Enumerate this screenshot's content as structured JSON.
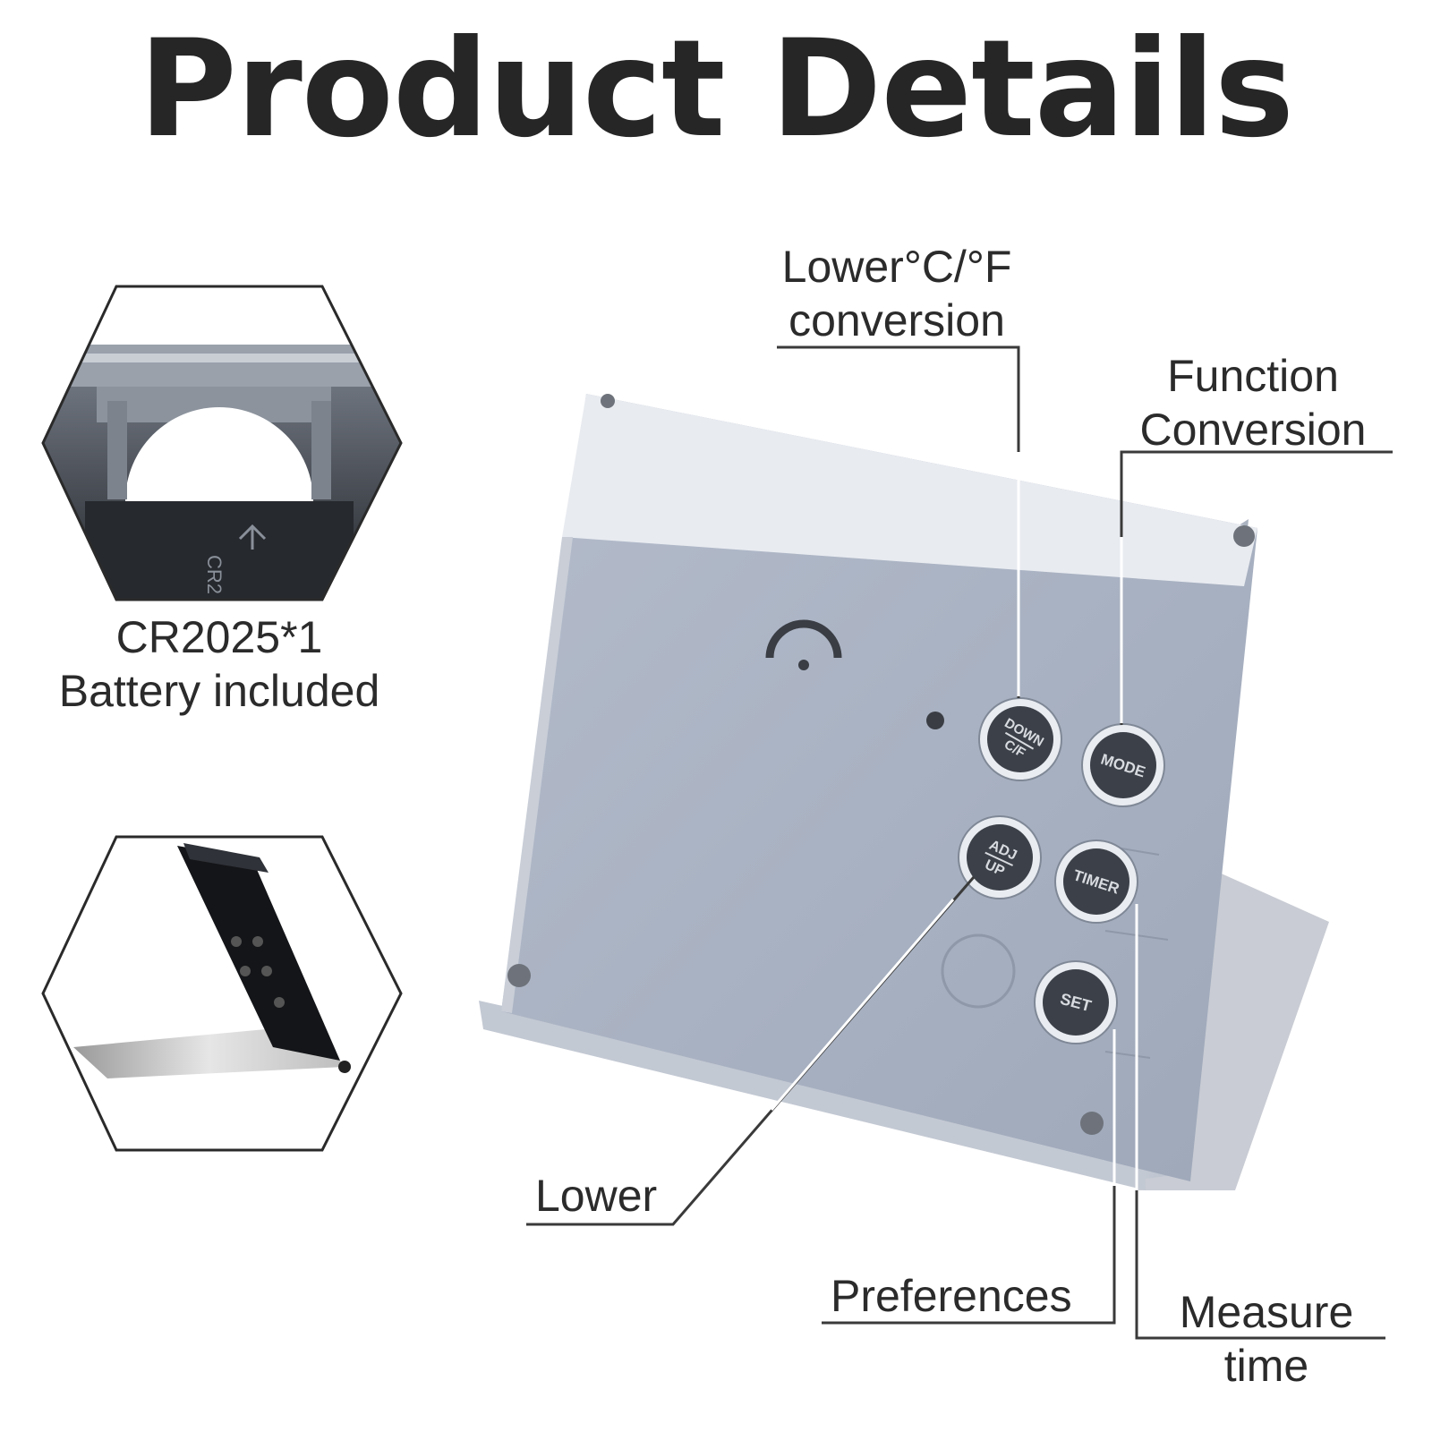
{
  "title": "Product Details",
  "battery": {
    "line1": "CR2025*1",
    "line2": "Battery included",
    "holder_mark": "CR2"
  },
  "callouts": {
    "down_cf": {
      "line1": "Lower°C/°F",
      "line2": "conversion"
    },
    "mode": {
      "line1": "Function",
      "line2": "Conversion"
    },
    "adj_up": "Lower",
    "set": "Preferences",
    "timer": {
      "line1": "Measure",
      "line2": "time"
    }
  },
  "buttons": {
    "down_cf": {
      "top": "DOWN",
      "bottom": "C/F"
    },
    "mode": "MODE",
    "adj_up": {
      "top": "ADJ",
      "bottom": "UP"
    },
    "timer": "TIMER",
    "set": "SET"
  },
  "colors": {
    "device_body": "#a9b2c2",
    "device_top": "#e8ebf0",
    "button_face": "#3c4149",
    "callout_line": "#3a3a3a"
  }
}
